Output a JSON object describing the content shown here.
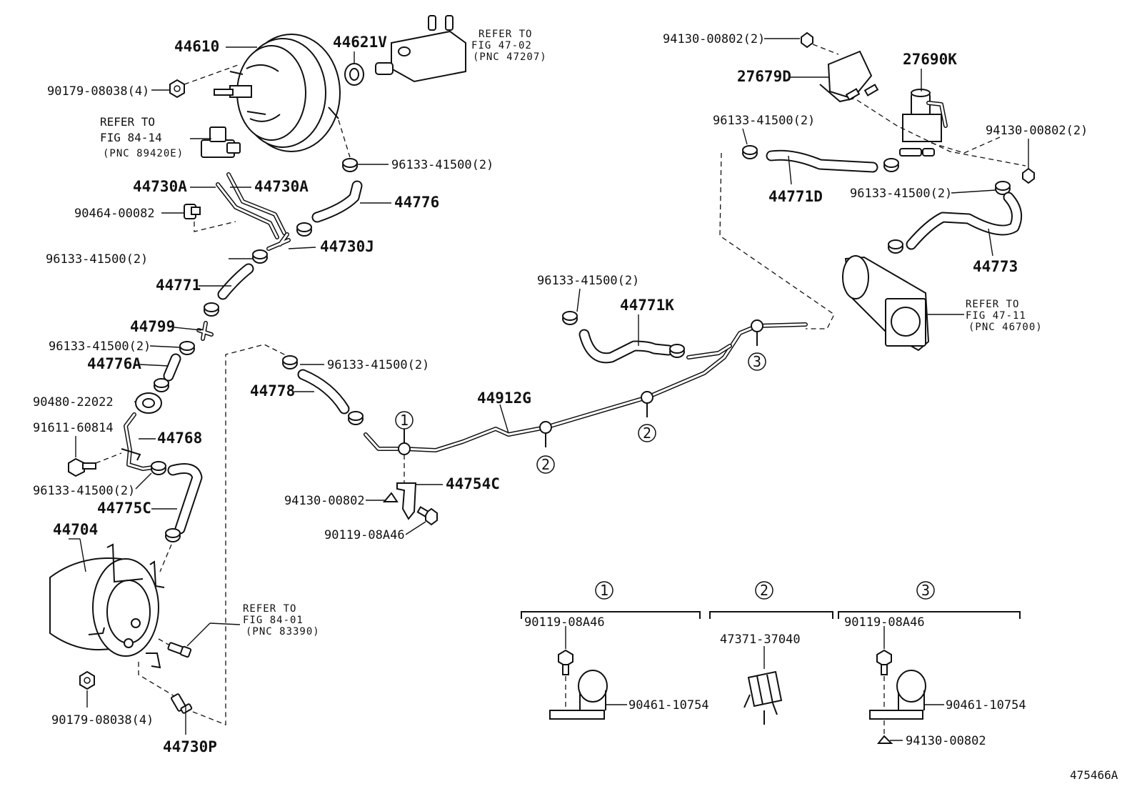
{
  "labels": {
    "p44610": "44610",
    "p44621v": "44621V",
    "p90179a": "90179-08038(4)",
    "p44730a_l": "44730A",
    "p44730a_r": "44730A",
    "p90464": "90464-00082",
    "p96133_a": "96133-41500(2)",
    "p44730j": "44730J",
    "p44771": "44771",
    "p44799": "44799",
    "p96133_b": "96133-41500(2)",
    "p44776a": "44776A",
    "p90480": "90480-22022",
    "p91611": "91611-60814",
    "p44768": "44768",
    "p96133_c": "96133-41500(2)",
    "p44775c": "44775C",
    "p44704": "44704",
    "p90179b": "90179-08038(4)",
    "p44730p": "44730P",
    "p96133_d": "96133-41500(2)",
    "p44776": "44776",
    "p96133_e": "96133-41500(2)",
    "p44778": "44778",
    "p44912g": "44912G",
    "p44754c": "44754C",
    "p94130_a": "94130-00802",
    "p90119_a": "90119-08A46",
    "p96133_f": "96133-41500(2)",
    "p44771k": "44771K",
    "p94130_b": "94130-00802(2)",
    "p27679d": "27679D",
    "p27690k": "27690K",
    "p96133_g": "96133-41500(2)",
    "p94130_c": "94130-00802(2)",
    "p44771d": "44771D",
    "p96133_h": "96133-41500(2)",
    "p44773": "44773",
    "k1_bolt": "90119-08A46",
    "k1_clamp": "90461-10754",
    "k2_clip": "47371-37040",
    "k3_bolt": "90119-08A46",
    "k3_clamp": "90461-10754",
    "k3_nut": "94130-00802",
    "figure_id": "475466A"
  },
  "references": {
    "r4702": {
      "l1": "REFER TO",
      "l2": "FIG 47-02",
      "l3": "(PNC 47207)"
    },
    "r8414": {
      "l1": "REFER TO",
      "l2": "FIG 84-14",
      "l3": "(PNC 89420E)"
    },
    "r4711": {
      "l1": "REFER TO",
      "l2": "FIG 47-11",
      "l3": "(PNC 46700)"
    },
    "r8401": {
      "l1": "REFER TO",
      "l2": "FIG 84-01",
      "l3": "(PNC 83390)"
    }
  },
  "callouts": {
    "c1": "1",
    "c2": "2",
    "c3": "3"
  }
}
